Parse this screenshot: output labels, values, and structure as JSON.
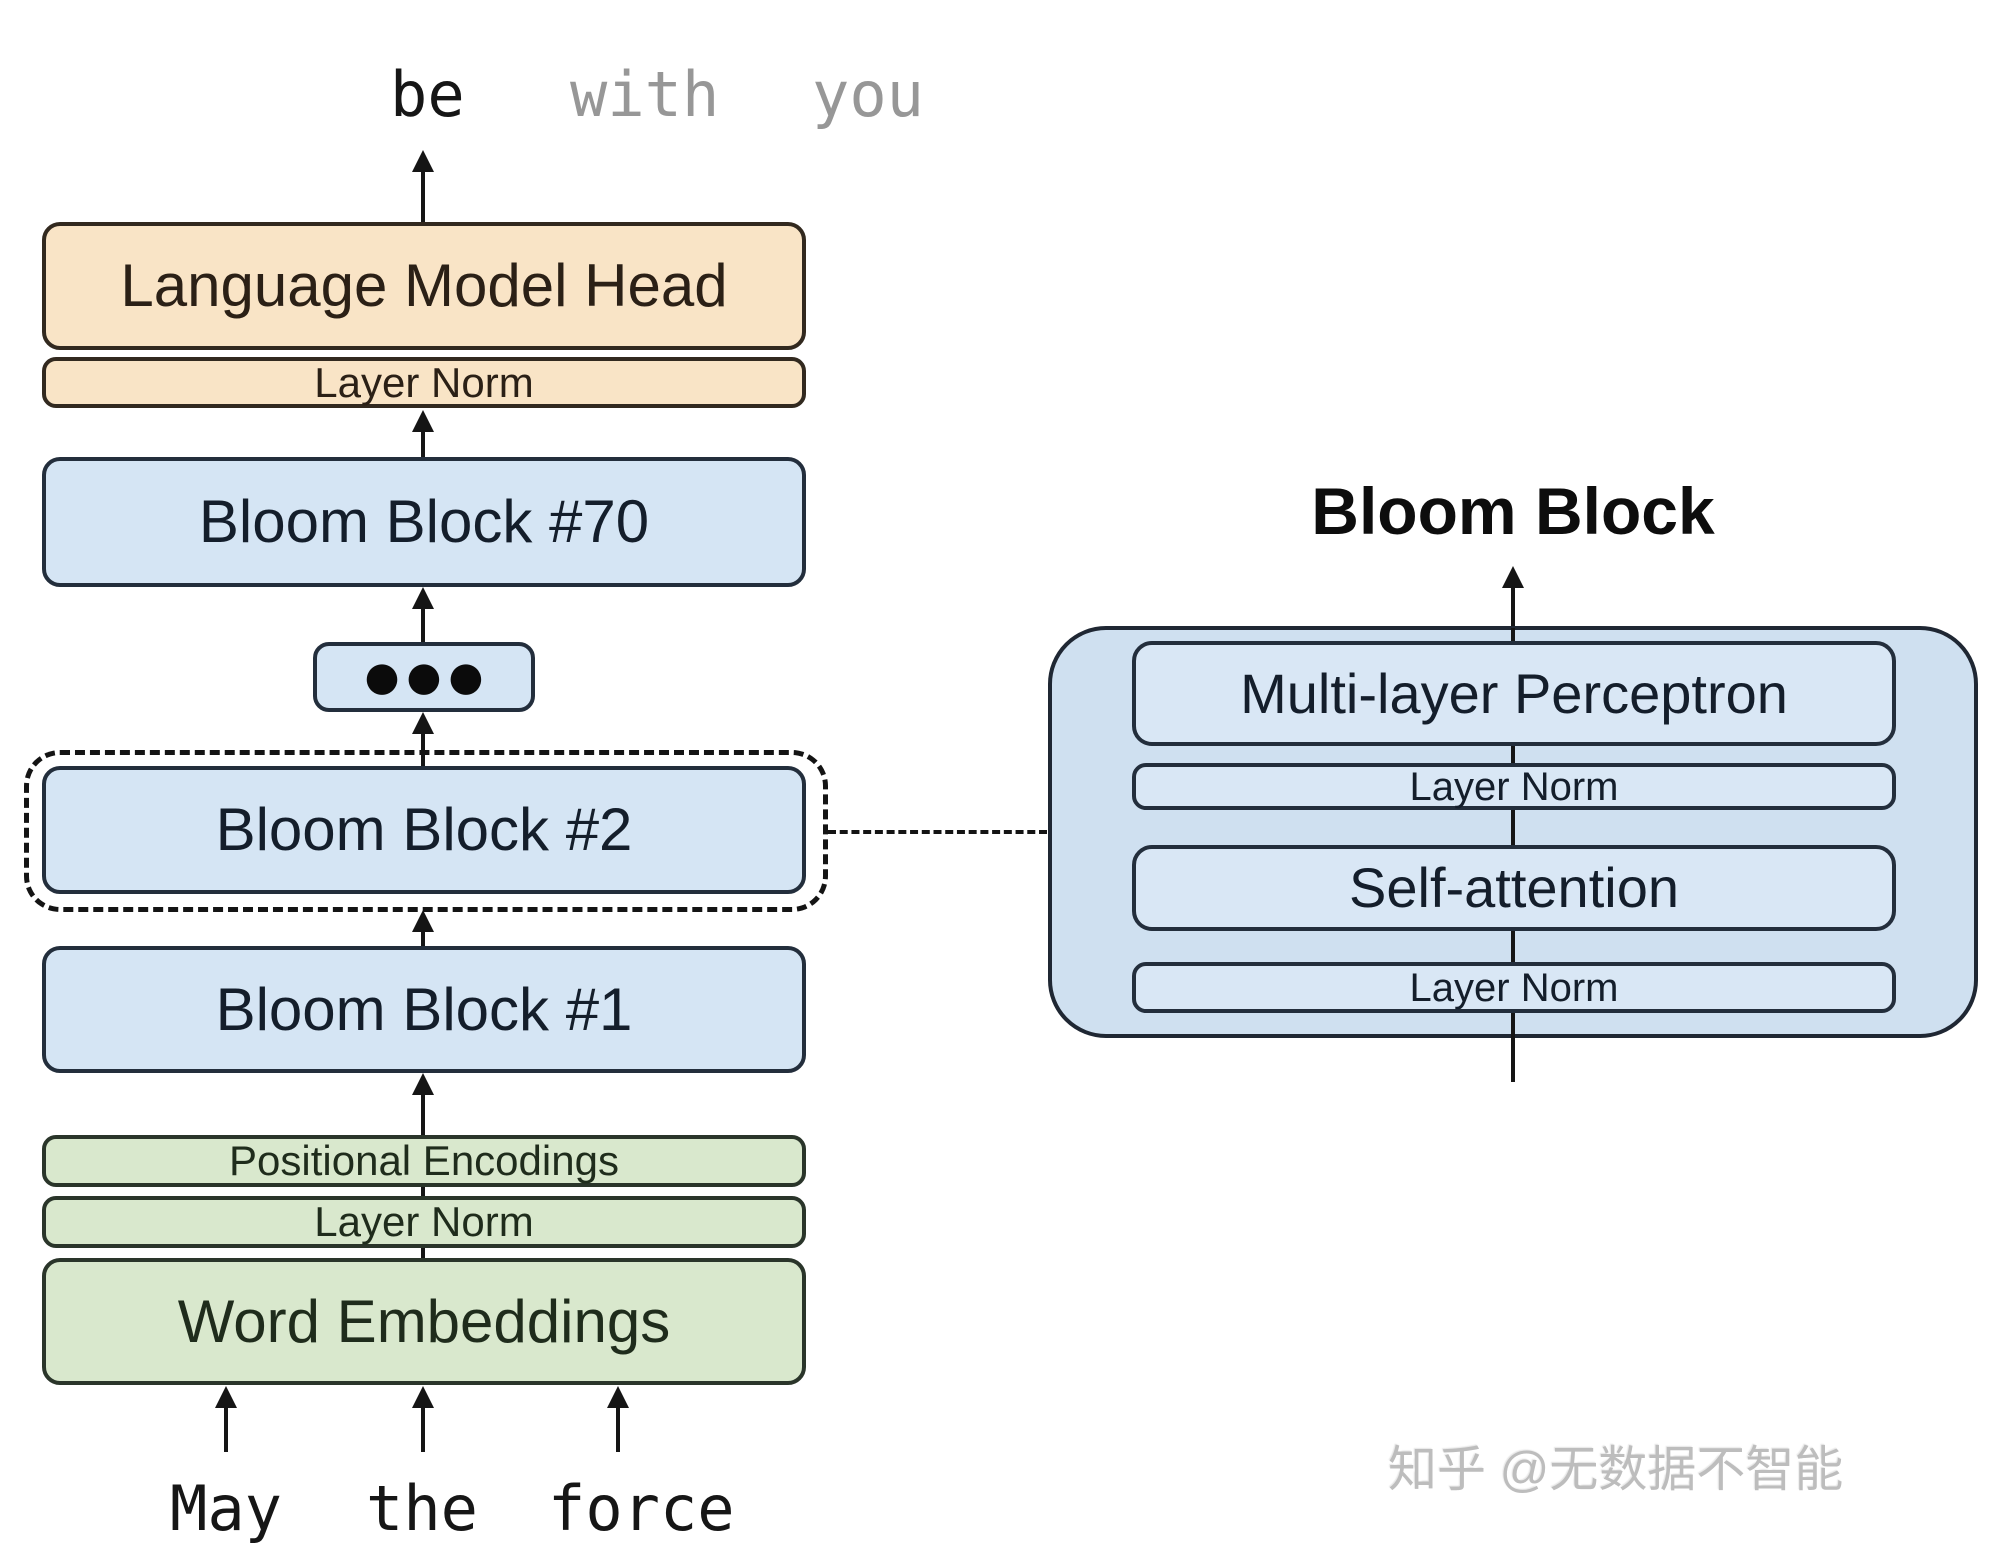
{
  "output_tokens": {
    "generated": "be",
    "next_1": "with",
    "next_2": "you"
  },
  "stack": {
    "lm_head": "Language Model Head",
    "layer_norm_top": "Layer Norm",
    "bloom_block_70": "Bloom Block #70",
    "ellipsis": "●●●",
    "bloom_block_2": "Bloom Block #2",
    "bloom_block_1": "Bloom Block #1",
    "positional_encodings": "Positional Encodings",
    "layer_norm_bottom": "Layer Norm",
    "word_embeddings": "Word Embeddings"
  },
  "input_tokens": {
    "t1": "May",
    "t2": "the",
    "t3": "force"
  },
  "bloom_block_detail": {
    "title": "Bloom Block",
    "mlp": "Multi-layer Perceptron",
    "layer_norm_upper": "Layer Norm",
    "self_attention": "Self-attention",
    "layer_norm_lower": "Layer Norm"
  },
  "watermark": "知乎 @无数据不智能",
  "colors": {
    "peach_fill": "#f9e4c6",
    "blue_fill": "#d5e5f4",
    "blue_container_fill": "#cfe0f0",
    "green_fill": "#d9e8cd",
    "line_black": "#151515",
    "muted_token_gray": "#979797",
    "watermark_gray": "#bdbdbd"
  }
}
